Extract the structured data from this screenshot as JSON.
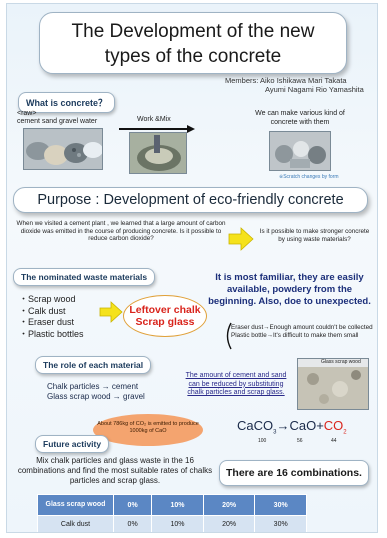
{
  "title": {
    "line1": "The Development of the new",
    "line2": "types of the concrete"
  },
  "members": {
    "label": "Members:",
    "row1": "Aiko Ishikawa     Mari Takata",
    "row2": "Ayumi Nagami     Rio Yamashita"
  },
  "what_is": {
    "heading": "What is concrete？",
    "raw_label": "<raw>",
    "raw_items": "cement   sand   gravel   water",
    "process_label": "Work &Mix",
    "result_text": "We can make various kind of concrete with them",
    "caption": "※Scratch changes by form"
  },
  "purpose": {
    "heading": "Purpose : Development of eco-friendly concrete",
    "intro": "When we visited a cement plant , we learned that a large amount of carbon dioxide was emitted in the course of producing concrete.  Is it possible to reduce carbon dioxide?",
    "question": "Is it possible to make stronger concrete by using waste materials?"
  },
  "waste": {
    "heading": "The nominated waste materials",
    "items": [
      "・Scrap wood",
      "・Calk dust",
      "・Eraser dust",
      "・Plastic bottles"
    ],
    "familiar_text": "It is most familiar, they are easily available, powdery from the beginning. Also, doe to unexpected.",
    "selected_line1": "Leftover chalk",
    "selected_line2": "Scrap glass",
    "note_line1": "Eraser dust→Enough amount couldn't be collected",
    "note_line2": "Plastic bottle→It's difficult to make them small"
  },
  "role": {
    "heading": "The role of each material",
    "line1": "Chalk particles  →  cement",
    "line2": "Glass scrap wood  →  gravel",
    "reduce_text": "The amount of cement and sand can be reduced by substituting chalk particles and scrap glass.",
    "photo_label": "Glass scrap wood",
    "co2_note": "About 786kg of CO₂ is emitted to produce 1000kg of CaO",
    "formula_caco3": "CaCO",
    "formula_sub3": "3",
    "formula_arrow": "→CaO+",
    "formula_co2": "CO",
    "formula_sub2": "2",
    "mass_100": "100",
    "mass_56": "56",
    "mass_44": "44",
    "accent_red": "#d9241c"
  },
  "future": {
    "heading": "Future activity",
    "text": "Mix chalk particles and glass waste in the 16 combinations and find the most suitable rates of chalks particles and scrap glass.",
    "combos": "There are 16 combinations."
  },
  "table": {
    "header": [
      "Glass scrap wood",
      "0%",
      "10%",
      "20%",
      "30%"
    ],
    "row1": [
      "Calk dust",
      "0%",
      "10%",
      "20%",
      "30%"
    ]
  }
}
